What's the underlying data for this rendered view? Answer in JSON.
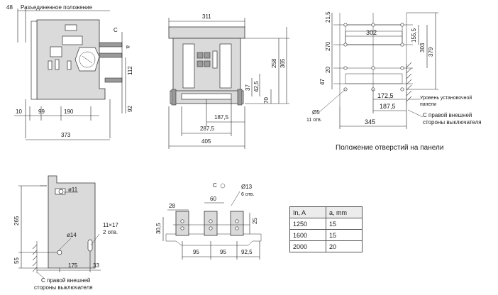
{
  "views": {
    "side": {
      "disconnected_label": "Разъединенное положение",
      "dim_48": "48",
      "dim_10": "10",
      "dim_99": "99",
      "dim_190": "190",
      "dim_373": "373",
      "dim_112": "112",
      "dim_92": "92",
      "dim_a": "a",
      "mark_c": "C"
    },
    "front": {
      "dim_311": "311",
      "dim_258": "258",
      "dim_365": "365",
      "dim_37": "37",
      "dim_42_5": "42,5",
      "dim_70": "70",
      "dim_187_5": "187,5",
      "dim_287_5": "287,5",
      "dim_405": "405"
    },
    "panel": {
      "dim_21_5": "21,5",
      "dim_270": "270",
      "dim_20": "20",
      "dim_47": "47",
      "dim_302": "302",
      "dim_155_5": "155,5",
      "dim_303": "303",
      "dim_379": "379",
      "dim_172_5": "172,5",
      "dim_187_5": "187,5",
      "dim_345": "345",
      "hole_d": "Ø5",
      "hole_count": "11 отв.",
      "level_label_line1": "Уровень установочной",
      "level_label_line2": "панели",
      "right_side_line1": "С правой внешней",
      "right_side_line2": "стороны выключателя",
      "caption": "Положение отверстий на панели"
    },
    "mount": {
      "dim_o11": "ø11",
      "dim_o14": "ø14",
      "dim_265": "265",
      "dim_55": "55",
      "dim_175": "175",
      "dim_33": "33",
      "slot_size": "11×17",
      "slot_count": "2 отв.",
      "right_side_line1": "С правой внешней",
      "right_side_line2": "стороны выключателя"
    },
    "terminals": {
      "mark_c": "C",
      "dim_o13": "Ø13",
      "hole_count": "6 отв.",
      "dim_28": "28",
      "dim_60": "60",
      "dim_30_5": "30,5",
      "dim_25": "25",
      "dim_95a": "95",
      "dim_95b": "95",
      "dim_92_5": "92,5"
    }
  },
  "table": {
    "headers": [
      "In, A",
      "a, mm"
    ],
    "rows": [
      [
        "1250",
        "15"
      ],
      [
        "1600",
        "15"
      ],
      [
        "2000",
        "20"
      ]
    ]
  }
}
